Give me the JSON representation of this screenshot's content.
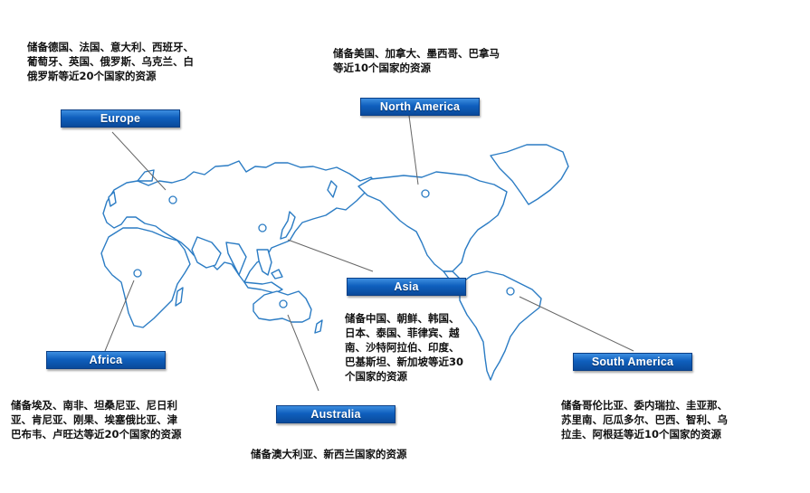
{
  "regions": {
    "europe": {
      "label": "Europe",
      "note": "储备德国、法国、意大利、西班牙、\n葡萄牙、英国、俄罗斯、乌克兰、白\n俄罗斯等近20个国家的资源"
    },
    "north_america": {
      "label": "North America",
      "note": "储备美国、加拿大、墨西哥、巴拿马\n等近10个国家的资源"
    },
    "asia": {
      "label": "Asia",
      "note": "储备中国、朝鲜、韩国、\n日本、泰国、菲律宾、越\n南、沙特阿拉伯、印度、\n巴基斯坦、新加坡等近30\n个国家的资源"
    },
    "africa": {
      "label": "Africa",
      "note": "储备埃及、南非、坦桑尼亚、尼日利\n亚、肯尼亚、刚果、埃塞俄比亚、津\n巴布韦、卢旺达等近20个国家的资源"
    },
    "australia": {
      "label": "Australia",
      "note": "储备澳大利亚、新西兰国家的资源"
    },
    "south_america": {
      "label": "South America",
      "note": "储备哥伦比亚、委内瑞拉、圭亚那、\n苏里南、厄瓜多尔、巴西、智利、乌\n拉圭、阿根廷等近10个国家的资源"
    }
  },
  "colors": {
    "map_outline": "#2b7cc4",
    "leader_line": "#666666",
    "badge_blue": "#0f5fbd"
  }
}
